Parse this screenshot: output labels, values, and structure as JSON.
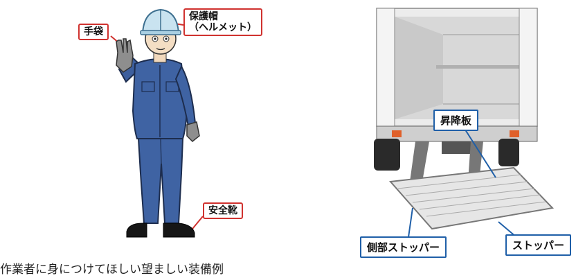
{
  "left_figure": {
    "labels": {
      "gloves": "手袋",
      "helmet_line1": "保護帽",
      "helmet_line2": "（ヘルメット）",
      "shoes": "安全靴"
    },
    "caption": "作業者に身につけてほしい望ましい装備例"
  },
  "right_figure": {
    "labels": {
      "lift_plate": "昇降板",
      "side_stopper": "側部ストッパー",
      "stopper": "ストッパー"
    }
  }
}
